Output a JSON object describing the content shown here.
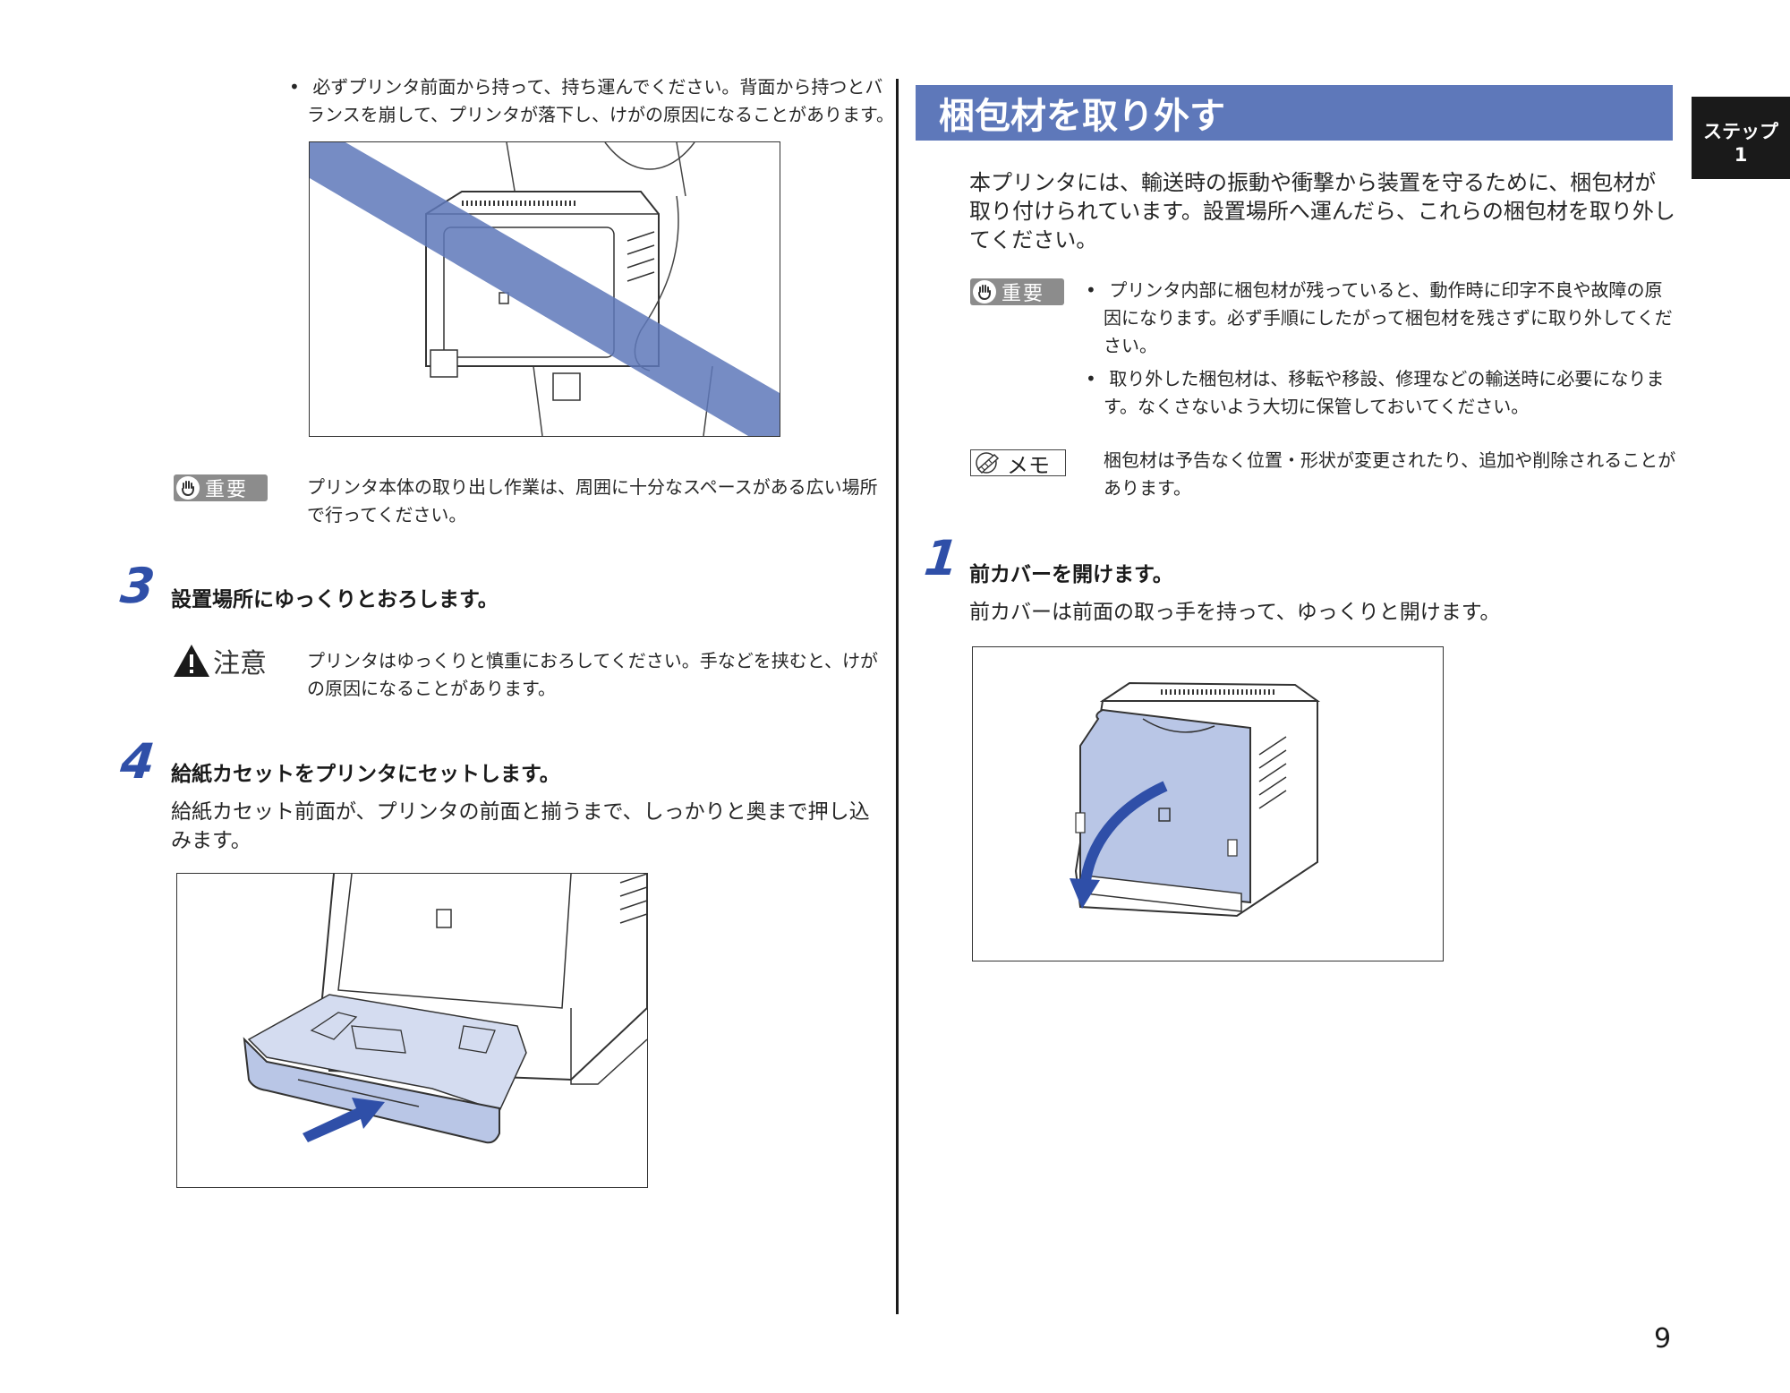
{
  "left": {
    "bullet_top": "必ずプリンタ前面から持って、持ち運んでください。背面から持つとバランスを崩して、プリンタが落下し、けがの原因になることがあります。",
    "important_label": "重要",
    "important_text": "プリンタ本体の取り出し作業は、周囲に十分なスペースがある広い場所で行ってください。",
    "step3_number": "3",
    "step3_title": "設置場所にゆっくりとおろします。",
    "caution_label": "注意",
    "caution_text": "プリンタはゆっくりと慎重におろしてください。手などを挟むと、けがの原因になることがあります。",
    "step4_number": "4",
    "step4_title": "給紙カセットをプリンタにセットします。",
    "step4_text": "給紙カセット前面が、プリンタの前面と揃うまで、しっかりと奥まで押し込みます。"
  },
  "right": {
    "section_title": "梱包材を取り外す",
    "intro": "本プリンタには、輸送時の振動や衝撃から装置を守るために、梱包材が取り付けられています。設置場所へ運んだら、これらの梱包材を取り外してください。",
    "important_label": "重要",
    "important_bullets": [
      "プリンタ内部に梱包材が残っていると、動作時に印字不良や故障の原因になります。必ず手順にしたがって梱包材を残さずに取り外してください。",
      "取り外した梱包材は、移転や移設、修理などの輸送時に必要になります。なくさないよう大切に保管しておいてください。"
    ],
    "memo_label": "メモ",
    "memo_text": "梱包材は予告なく位置・形状が変更されたり、追加や削除されることがあります。",
    "step1_number": "1",
    "step1_title": "前カバーを開けます。",
    "step1_text": "前カバーは前面の取っ手を持って、ゆっくりと開けます。"
  },
  "side_tab": {
    "line1": "ステップ",
    "line2": "1"
  },
  "page_number": "9",
  "colors": {
    "accent": "#5e78ba",
    "step_number": "#2f4fa8",
    "figure_fill": "#b9c6e6"
  }
}
